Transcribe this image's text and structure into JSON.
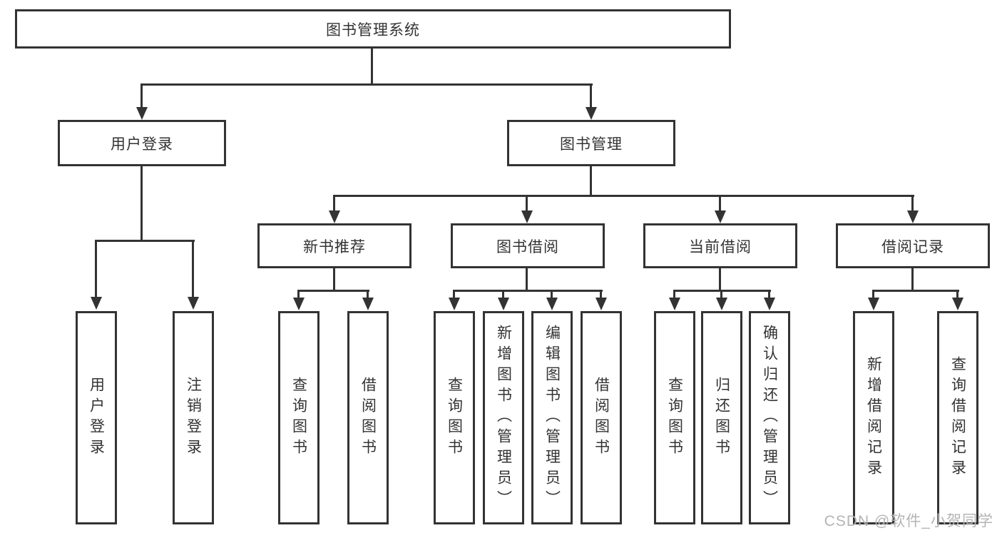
{
  "diagram_title": "图书管理系统",
  "tree": {
    "root": {
      "label": "图书管理系统"
    },
    "branches": [
      {
        "label": "用户登录",
        "children": [
          {
            "label": "用户登录"
          },
          {
            "label": "注销登录"
          }
        ]
      },
      {
        "label": "图书管理",
        "children": [
          {
            "label": "新书推荐",
            "children": [
              {
                "label": "查询图书"
              },
              {
                "label": "借阅图书"
              }
            ]
          },
          {
            "label": "图书借阅",
            "children": [
              {
                "label": "查询图书"
              },
              {
                "label": "新增图书（管理员）"
              },
              {
                "label": "编辑图书（管理员）"
              },
              {
                "label": "借阅图书"
              }
            ]
          },
          {
            "label": "当前借阅",
            "children": [
              {
                "label": "查询图书"
              },
              {
                "label": "归还图书"
              },
              {
                "label": "确认归还（管理员）"
              }
            ]
          },
          {
            "label": "借阅记录",
            "children": [
              {
                "label": "新增借阅记录"
              },
              {
                "label": "查询借阅记录"
              }
            ]
          }
        ]
      }
    ]
  },
  "watermark": {
    "text": "CSDN @软件_小贺同学",
    "color": "#b4b4b4"
  },
  "colors": {
    "line": "#333333",
    "box_border": "#333333",
    "box_background": "#ffffff",
    "text": "#333333",
    "page_background": "#ffffff"
  }
}
